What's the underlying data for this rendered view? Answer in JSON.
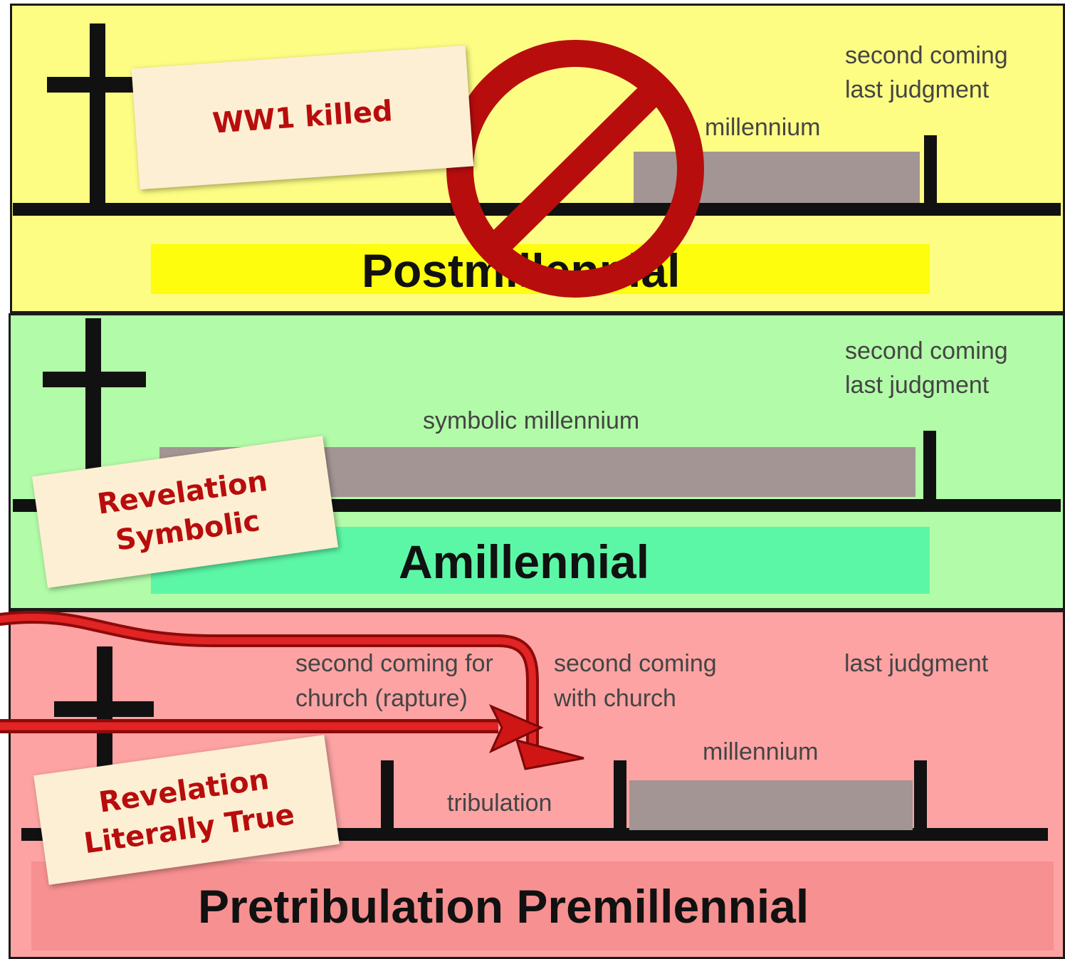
{
  "panels": {
    "post": {
      "second_coming": "second coming",
      "last_judgment": "last judgment",
      "millennium": "millennium",
      "title": "Postmillennial",
      "note": "WW1 killed",
      "colors": {
        "background": "#fdfd84",
        "title_bar": "#fdfd0d"
      }
    },
    "amil": {
      "second_coming": "second coming",
      "last_judgment": "last judgment",
      "millennium": "symbolic millennium",
      "title": "Amillennial",
      "note_line1": "Revelation",
      "note_line2": "Symbolic",
      "colors": {
        "background": "#b2fba8",
        "title_bar": "#5cf7a6"
      }
    },
    "pretrib": {
      "rapture_line1": "second coming for",
      "rapture_line2": "church (rapture)",
      "with_church_line1": "second coming",
      "with_church_line2": "with church",
      "last_judgment": "last judgment",
      "millennium": "millennium",
      "tribulation": "tribulation",
      "title": "Pretribulation Premillennial",
      "note_line1": "Revelation",
      "note_line2": "Literally True",
      "colors": {
        "background": "#fda3a3",
        "title_bar": "#f79090"
      }
    }
  },
  "icons": [
    "cross-icon",
    "prohibited-icon",
    "curved-arrow-icon"
  ],
  "colors": {
    "accent_red": "#b80d0d",
    "timeline": "#111111",
    "period_bar": "#a39594",
    "note_bg": "#fdefd3"
  }
}
